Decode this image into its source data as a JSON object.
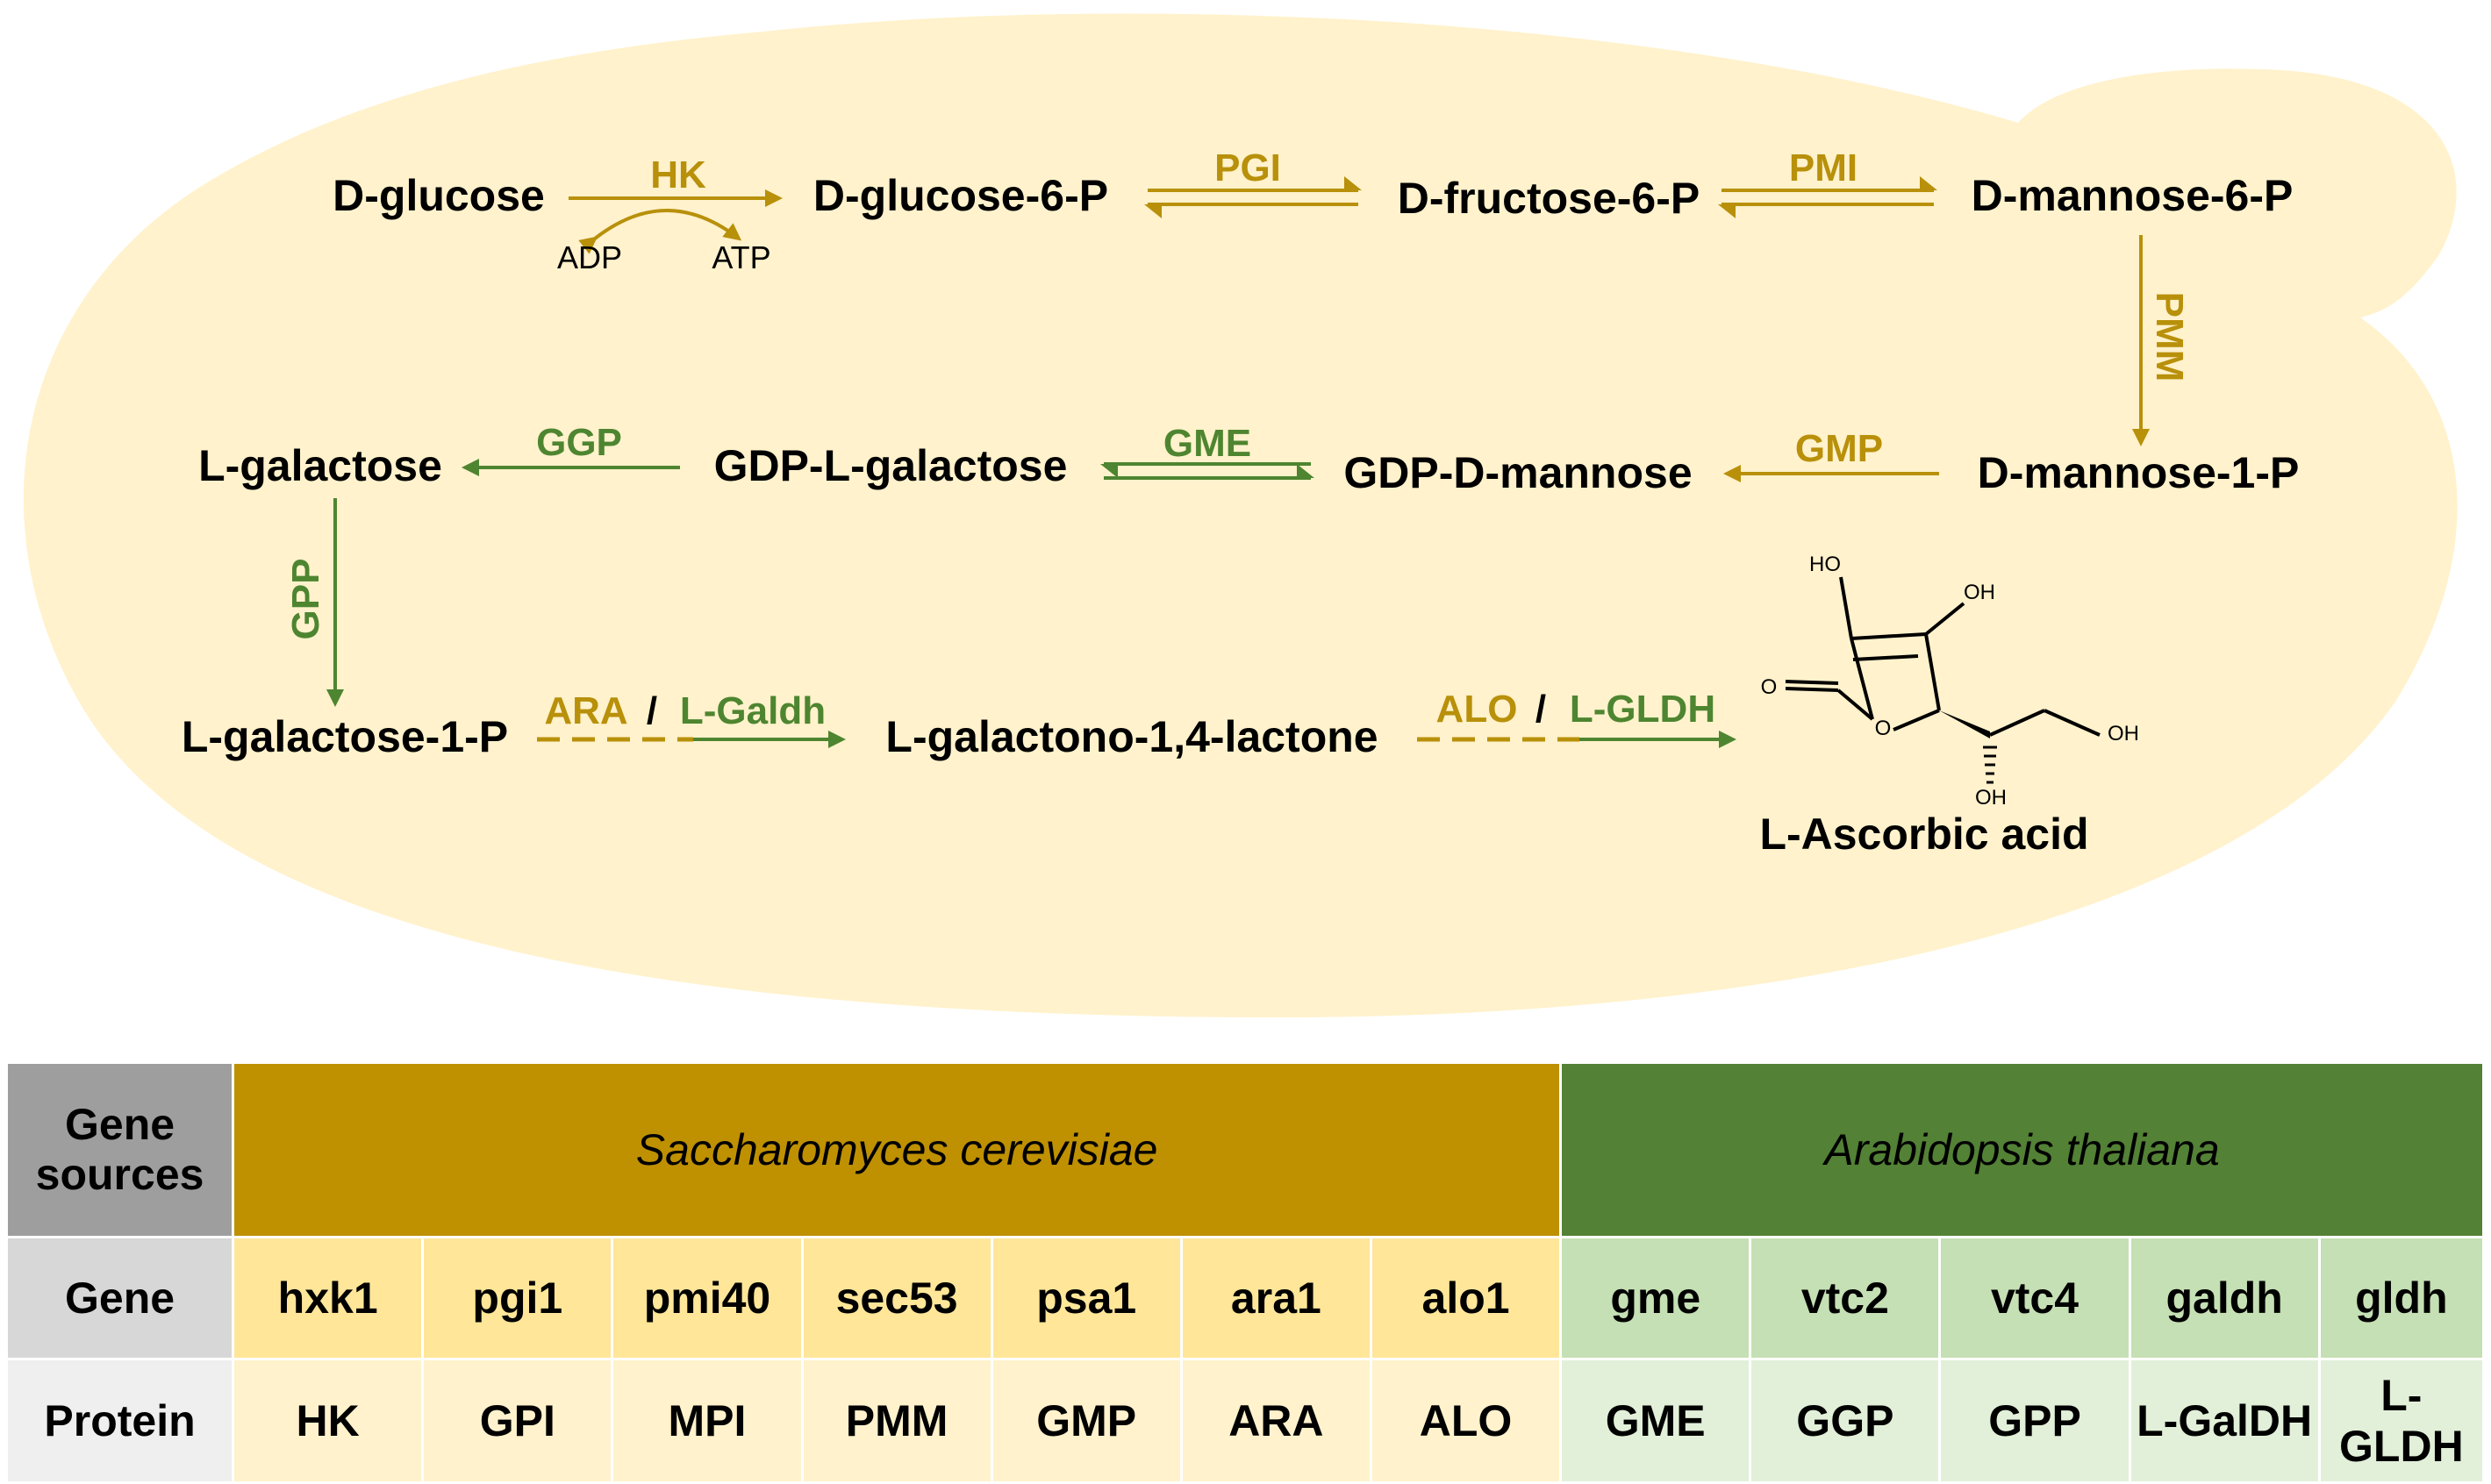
{
  "colors": {
    "cell_background": "#FFF2CC",
    "yeast_pathway": "#B8900A",
    "plant_pathway": "#4E8530",
    "yeast_header": "#BF9000",
    "plant_header": "#538135"
  },
  "pathway": {
    "metabolites": {
      "d_glucose": "D-glucose",
      "d_glucose_6_p": "D-glucose-6-P",
      "d_fructose_6_p": "D-fructose-6-P",
      "d_mannose_6_p": "D-mannose-6-P",
      "d_mannose_1_p": "D-mannose-1-P",
      "gdp_d_mannose": "GDP-D-mannose",
      "gdp_l_galactose": "GDP-L-galactose",
      "l_galactose": "L-galactose",
      "l_galactose_1_p": "L-galactose-1-P",
      "l_galactono_lactone": "L-galactono-1,4-lactone",
      "l_ascorbic_acid": "L-Ascorbic acid"
    },
    "cofactors": {
      "adp": "ADP",
      "atp": "ATP"
    },
    "enzymes": {
      "hk": "HK",
      "pgi": "PGI",
      "pmi": "PMI",
      "pmm": "PMM",
      "gmp": "GMP",
      "gme": "GME",
      "ggp": "GGP",
      "gpp": "GPP",
      "ara": "ARA",
      "l_galdh_step": "L-Galdh",
      "alo": "ALO",
      "l_gldh_step": "L-GLDH",
      "slash": "/"
    },
    "structure_atoms": {
      "ho_top": "HO",
      "oh_top": "OH",
      "o_carbonyl": "O",
      "o_ring": "O",
      "oh_side": "OH",
      "oh_down": "OH"
    }
  },
  "table": {
    "row_headers": {
      "gene_sources": [
        "Gene",
        "sources"
      ],
      "gene": "Gene",
      "protein": "Protein"
    },
    "sources": {
      "yeast": "Saccharomyces cerevisiae",
      "plant": "Arabidopsis thaliana"
    },
    "yeast_genes": [
      "hxk1",
      "pgi1",
      "pmi40",
      "sec53",
      "psa1",
      "ara1",
      "alo1"
    ],
    "yeast_proteins": [
      "HK",
      "GPI",
      "MPI",
      "PMM",
      "GMP",
      "ARA",
      "ALO"
    ],
    "plant_genes": [
      "gme",
      "vtc2",
      "vtc4",
      "galdh",
      "gldh"
    ],
    "plant_proteins": [
      "GME",
      "GGP",
      "GPP",
      "L-GalDH",
      "L-GLDH"
    ]
  }
}
